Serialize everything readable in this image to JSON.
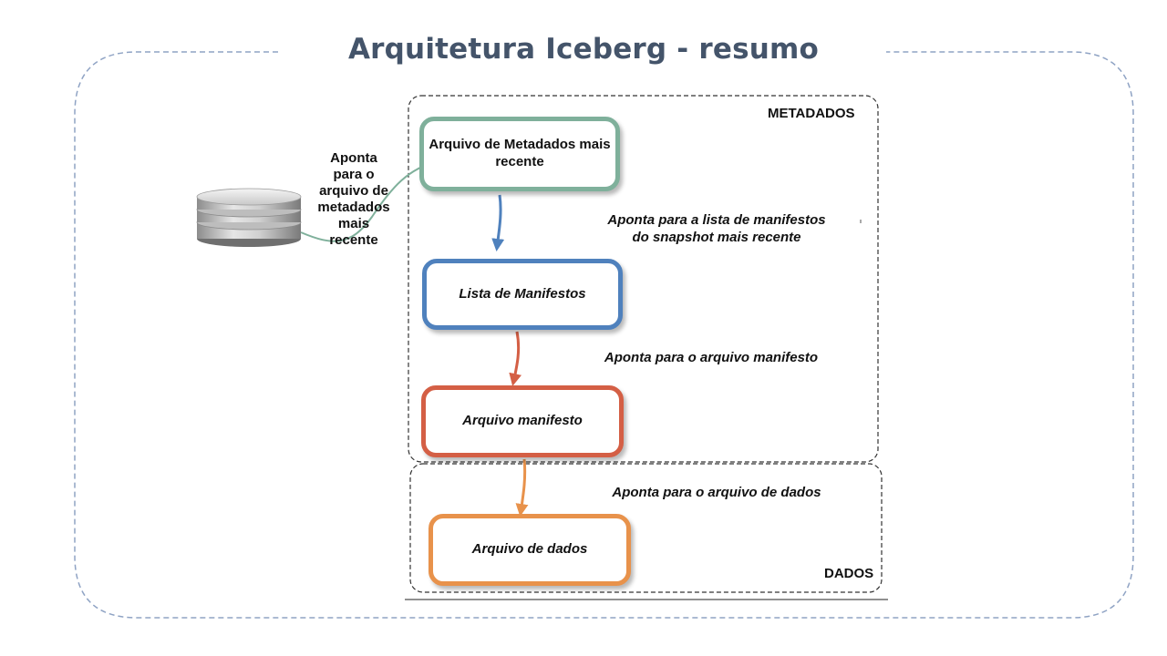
{
  "title": "Arquitetura Iceberg - resumo",
  "sections": {
    "metadata_label": "METADADOS",
    "data_label": "DADOS"
  },
  "boxes": {
    "metadata_file": "Arquivo de Metadados mais recente",
    "manifest_list": "Lista de Manifestos",
    "manifest_file": "Arquivo manifesto",
    "data_file": "Arquivo de dados"
  },
  "notes": {
    "catalog_to_metadata": [
      "Aponta",
      "para o",
      "arquivo de",
      "metadados",
      "mais",
      "recente"
    ],
    "metadata_to_manifest_list_line1": "Aponta para a lista de manifestos",
    "metadata_to_manifest_list_line2": "do snapshot mais recente",
    "manifest_list_to_manifest": "Aponta para o arquivo manifesto",
    "manifest_to_data": "Aponta para o arquivo de dados"
  },
  "icons": {
    "catalog": "database-icon"
  },
  "colors": {
    "title": "#44546a",
    "metadata_box": "#7fb09b",
    "manifest_list_box": "#4f81bd",
    "manifest_box": "#d45f45",
    "data_box": "#e8924b",
    "outer_border": "#8fa3c4"
  }
}
